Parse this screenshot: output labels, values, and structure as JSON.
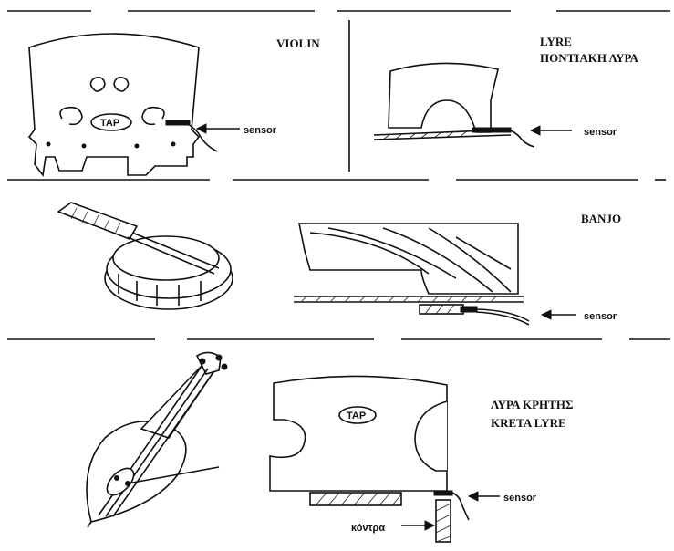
{
  "panels": {
    "violin": {
      "title": "VIOLIN",
      "sensor_label": "sensor",
      "logo": "TAP"
    },
    "lyre": {
      "title": "LYRE",
      "subtitle": "ΠΟΝΤΙΑΚΗ ΛΥΡΑ",
      "sensor_label": "sensor"
    },
    "banjo": {
      "title": "BANJO",
      "sensor_label": "sensor"
    },
    "kreta": {
      "title": "ΛΥΡΑ ΚΡΗΤΗΣ",
      "subtitle": "KRETA LYRE",
      "sensor_label": "sensor",
      "support_label": "κόντρα",
      "logo": "TAP"
    }
  }
}
